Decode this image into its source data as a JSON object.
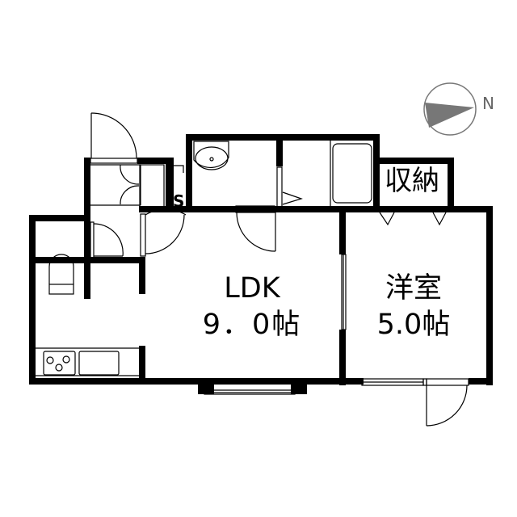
{
  "floor_plan": {
    "type": "apartment-1LDK",
    "compass": {
      "label": "N",
      "color": "#666666",
      "fill": "#777777"
    },
    "rooms": {
      "ldk": {
        "name": "LDK",
        "area": "9．0帖"
      },
      "western_room": {
        "name": "洋室",
        "area": "5.0帖"
      },
      "storage": {
        "name": "収納"
      }
    },
    "fixtures": [
      "entrance-door",
      "shoe-closet",
      "toilet",
      "washbasin",
      "washing-machine-space",
      "bathtub",
      "kitchen-stove",
      "kitchen-sink",
      "sliding-window",
      "balcony-door"
    ],
    "colors": {
      "wall": "#000000",
      "background": "#ffffff",
      "line": "#000000"
    }
  }
}
